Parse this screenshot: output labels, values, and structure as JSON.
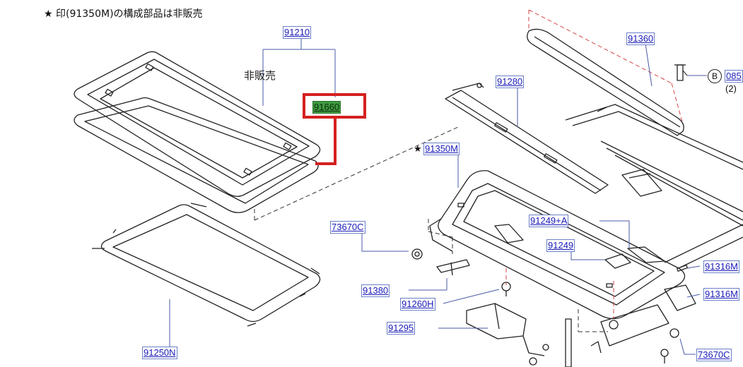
{
  "note": "★ 印(91350M)の構成部品は非販売",
  "not_for_sale_label": "非販売",
  "star": "★",
  "ref_b": "B",
  "qty_note": "(2)",
  "highlight_color": "#d62020",
  "callouts": {
    "p91210": "91210",
    "p91660": "91660",
    "p91360": "91360",
    "p91280": "91280",
    "p085": "085",
    "p91350M": "91350M",
    "p73670C_a": "73670C",
    "p91249A": "91249+A",
    "p91249": "91249",
    "p91316M_a": "91316M",
    "p91316M_b": "91316M",
    "p91380": "91380",
    "p91260H": "91260H",
    "p91295": "91295",
    "p91250N": "91250N",
    "p73670C_b": "73670C"
  }
}
